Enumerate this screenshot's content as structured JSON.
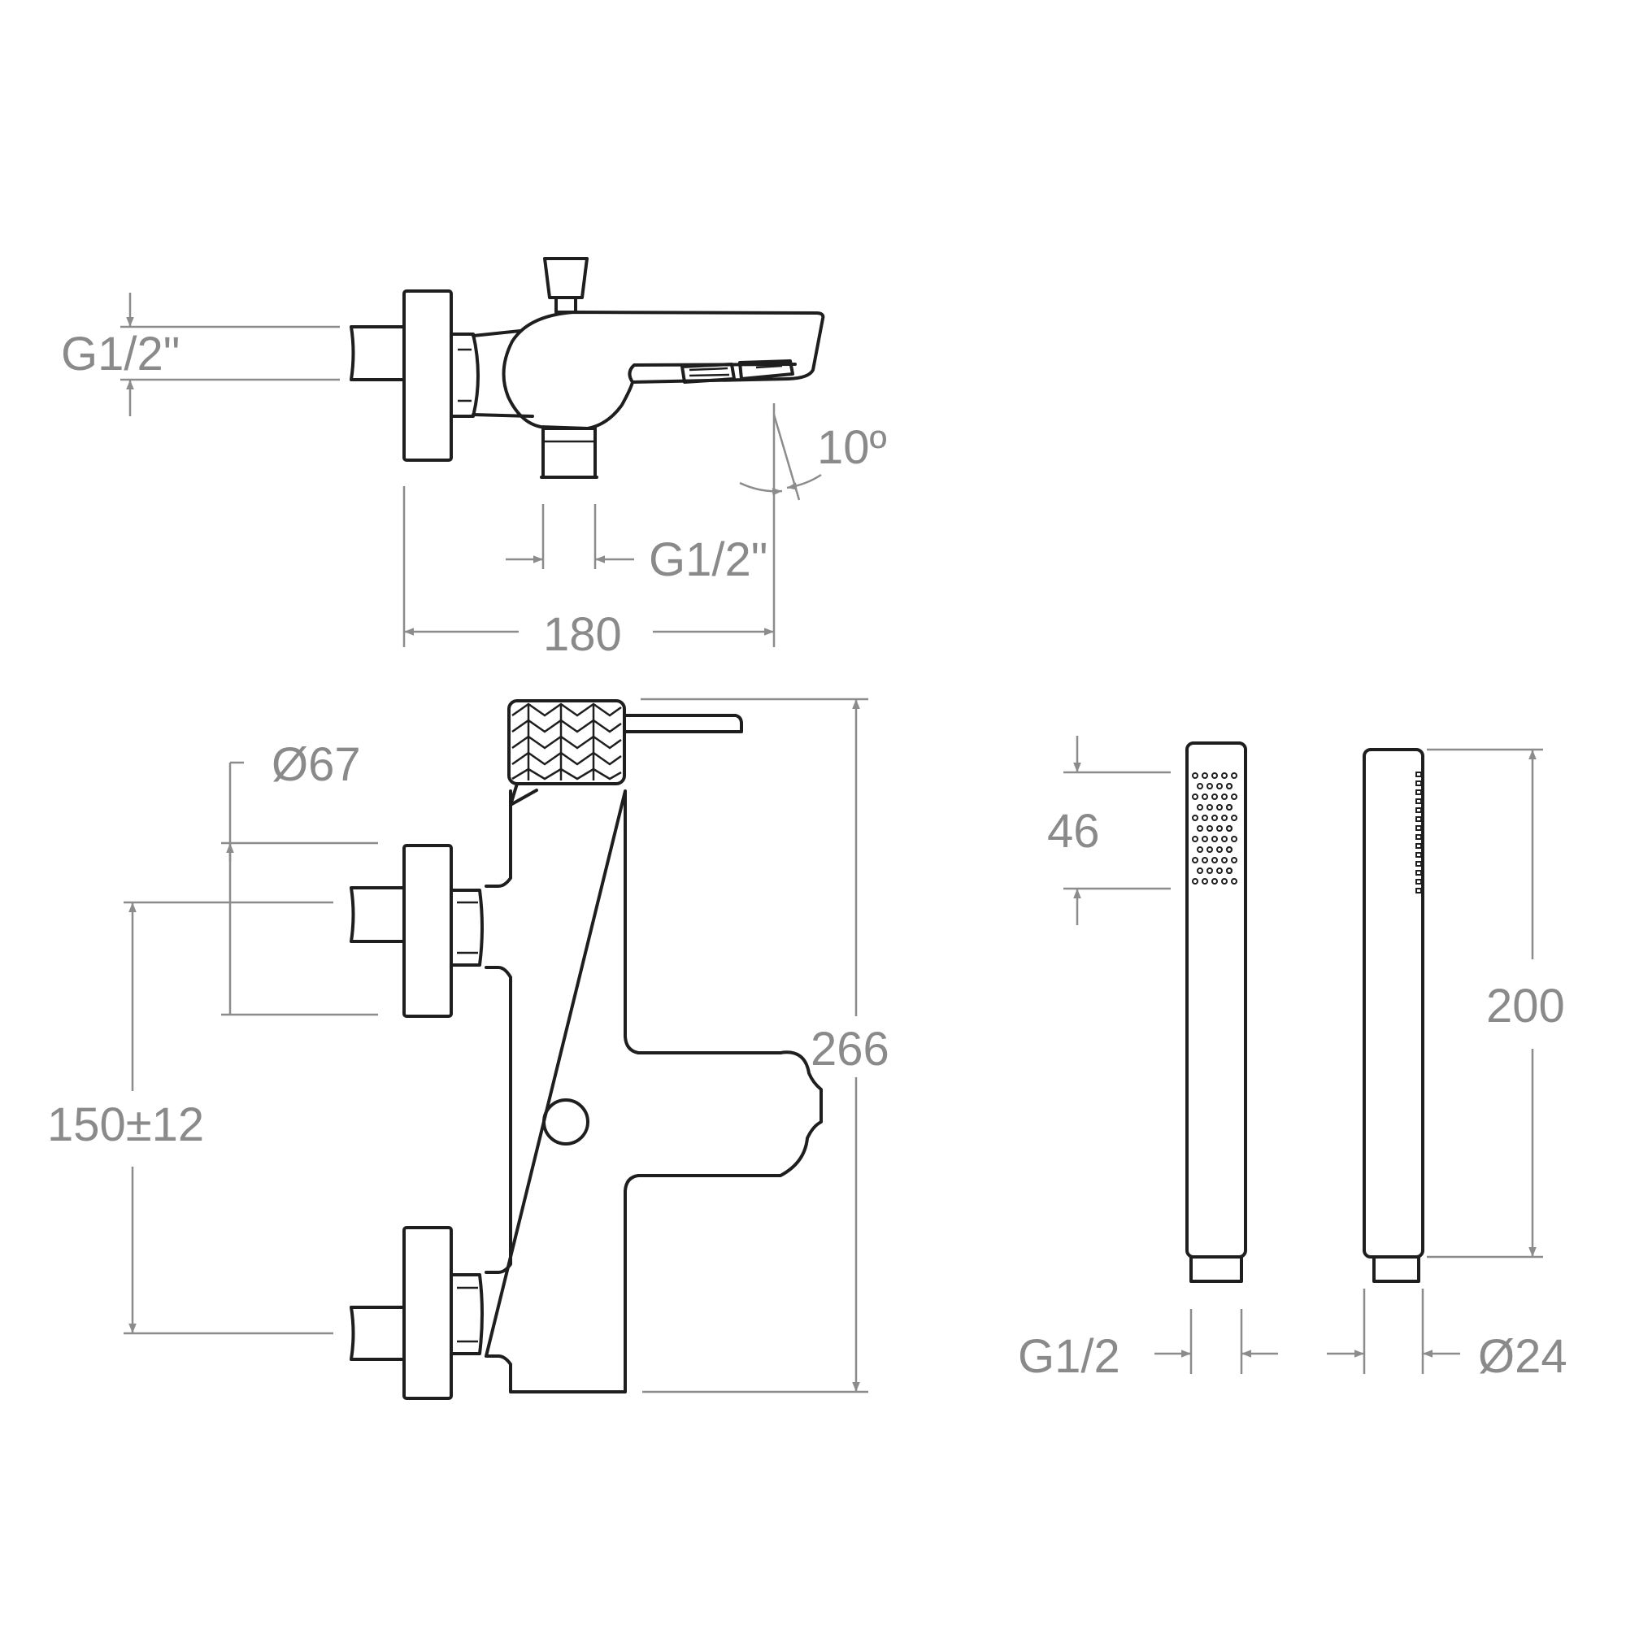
{
  "drawing": {
    "top_view": {
      "inlet_thread": "G1/2\"",
      "outlet_thread": "G1/2\"",
      "angle": "10º",
      "width": "180"
    },
    "front_view": {
      "flange_diameter": "Ø67",
      "inlet_spacing": "150±12",
      "height": "266"
    },
    "hand_shower": {
      "spray_face": "46",
      "length": "200",
      "connection": "G1/2",
      "diameter": "Ø24"
    }
  }
}
